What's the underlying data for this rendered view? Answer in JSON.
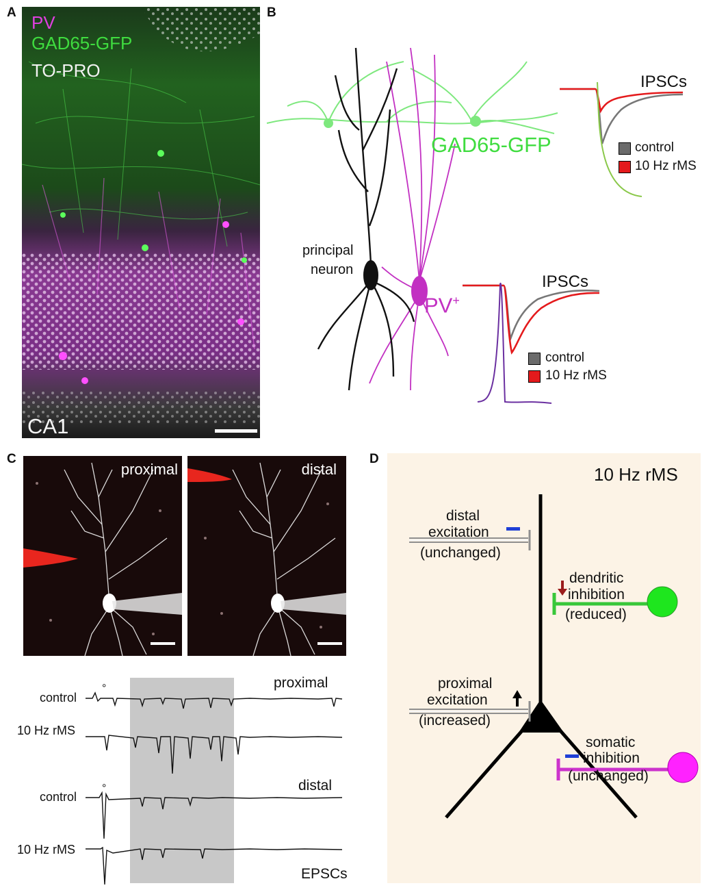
{
  "panels": {
    "A": {
      "letter": "A",
      "legend": [
        "PV",
        "GAD65-GFP",
        "TO-PRO"
      ],
      "region": "CA1"
    },
    "B": {
      "letter": "B",
      "gad_label": "GAD65-GFP",
      "principal_label": [
        "principal",
        "neuron"
      ],
      "pv_label": "PV",
      "pv_sup": "+",
      "traces_top": {
        "title": "IPSCs",
        "legend": [
          "control",
          "10 Hz rMS"
        ]
      },
      "traces_bottom": {
        "title": "IPSCs",
        "legend": [
          "control",
          "10 Hz rMS"
        ]
      }
    },
    "C": {
      "letter": "C",
      "image_labels": [
        "proximal",
        "distal"
      ],
      "proximal_section": "proximal",
      "distal_section": "distal",
      "row_labels": [
        "control",
        "10 Hz rMS",
        "control",
        "10 Hz rMS"
      ],
      "stim_marker": "°",
      "footer": "EPSCs"
    },
    "D": {
      "letter": "D",
      "title": "10 Hz rMS",
      "distal": [
        "distal",
        "excitation",
        "(unchanged)"
      ],
      "dendritic": [
        "dendritic",
        "inhibition",
        "(reduced)"
      ],
      "proximal": [
        "proximal",
        "excitation",
        "(increased)"
      ],
      "somatic": [
        "somatic",
        "inhibition",
        "(unchanged)"
      ]
    }
  },
  "colors": {
    "pv": "#e040e0",
    "gfp": "#3fdc3f",
    "control": "#6b6b6b",
    "rms": "#e41a1c",
    "panel_d_bg": "#fcf3e6",
    "neuron_black": "#111111",
    "dendritic_arrow": "#9b1c1c",
    "unchanged_bar": "#1f3fd6"
  }
}
